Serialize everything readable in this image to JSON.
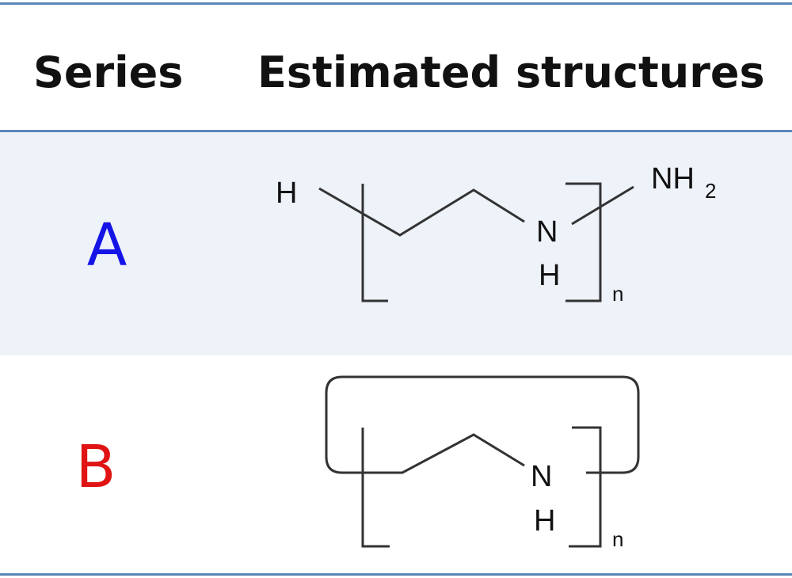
{
  "header": {
    "series_label": "Series",
    "structures_label": "Estimated structures"
  },
  "rows": [
    {
      "series": "A",
      "series_color": "#1414e6",
      "structure": {
        "end_group_left": "H",
        "amine_N": "N",
        "amine_H": "H",
        "end_group_right_main": "NH",
        "end_group_right_sub": "2",
        "repeat_index": "n"
      }
    },
    {
      "series": "B",
      "series_color": "#e01414",
      "structure": {
        "amine_N": "N",
        "amine_H": "H",
        "repeat_index": "n",
        "topology": "cyclic"
      }
    }
  ],
  "colors": {
    "rule": "#5b86b8",
    "band_a": "#eef2f9"
  }
}
